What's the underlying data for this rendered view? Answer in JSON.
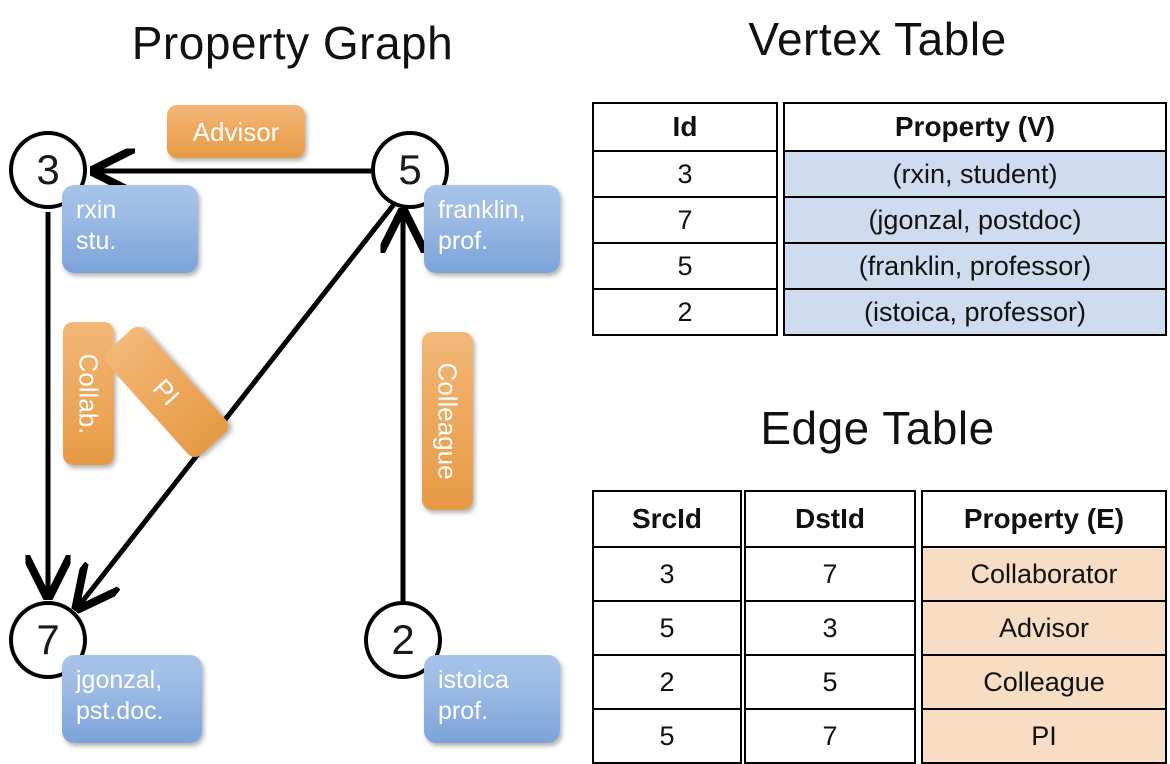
{
  "titles": {
    "property_graph": "Property Graph",
    "vertex_table": "Vertex Table",
    "edge_table": "Edge Table"
  },
  "colors": {
    "vertex_property_fill": "#cfdcef",
    "edge_property_fill": "#f6ddc3",
    "vertex_callout": "#9dbbe4",
    "edge_callout": "#efab62",
    "stroke": "#000000"
  },
  "graph": {
    "nodes": [
      {
        "id": "3",
        "property": "rxin\nstu."
      },
      {
        "id": "5",
        "property": "franklin,\nprof."
      },
      {
        "id": "7",
        "property": "jgonzal,\npst.doc."
      },
      {
        "id": "2",
        "property": "istoica\nprof."
      }
    ],
    "edge_labels": [
      {
        "name": "advisor",
        "text": "Advisor"
      },
      {
        "name": "collab",
        "text": "Collab."
      },
      {
        "name": "pi",
        "text": "PI"
      },
      {
        "name": "colleague",
        "text": "Colleague"
      }
    ],
    "edges": [
      {
        "from": "5",
        "to": "3",
        "label": "Advisor"
      },
      {
        "from": "3",
        "to": "7",
        "label": "Collab."
      },
      {
        "from": "5",
        "to": "7",
        "label": "PI"
      },
      {
        "from": "2",
        "to": "5",
        "label": "Colleague"
      }
    ]
  },
  "vertex_table": {
    "headers": {
      "id": "Id",
      "property": "Property (V)"
    },
    "rows": [
      {
        "id": "3",
        "property": "(rxin, student)"
      },
      {
        "id": "7",
        "property": "(jgonzal, postdoc)"
      },
      {
        "id": "5",
        "property": "(franklin, professor)"
      },
      {
        "id": "2",
        "property": "(istoica, professor)"
      }
    ]
  },
  "edge_table": {
    "headers": {
      "src": "SrcId",
      "dst": "DstId",
      "property": "Property (E)"
    },
    "rows": [
      {
        "src": "3",
        "dst": "7",
        "property": "Collaborator"
      },
      {
        "src": "5",
        "dst": "3",
        "property": "Advisor"
      },
      {
        "src": "2",
        "dst": "5",
        "property": "Colleague"
      },
      {
        "src": "5",
        "dst": "7",
        "property": "PI"
      }
    ]
  }
}
